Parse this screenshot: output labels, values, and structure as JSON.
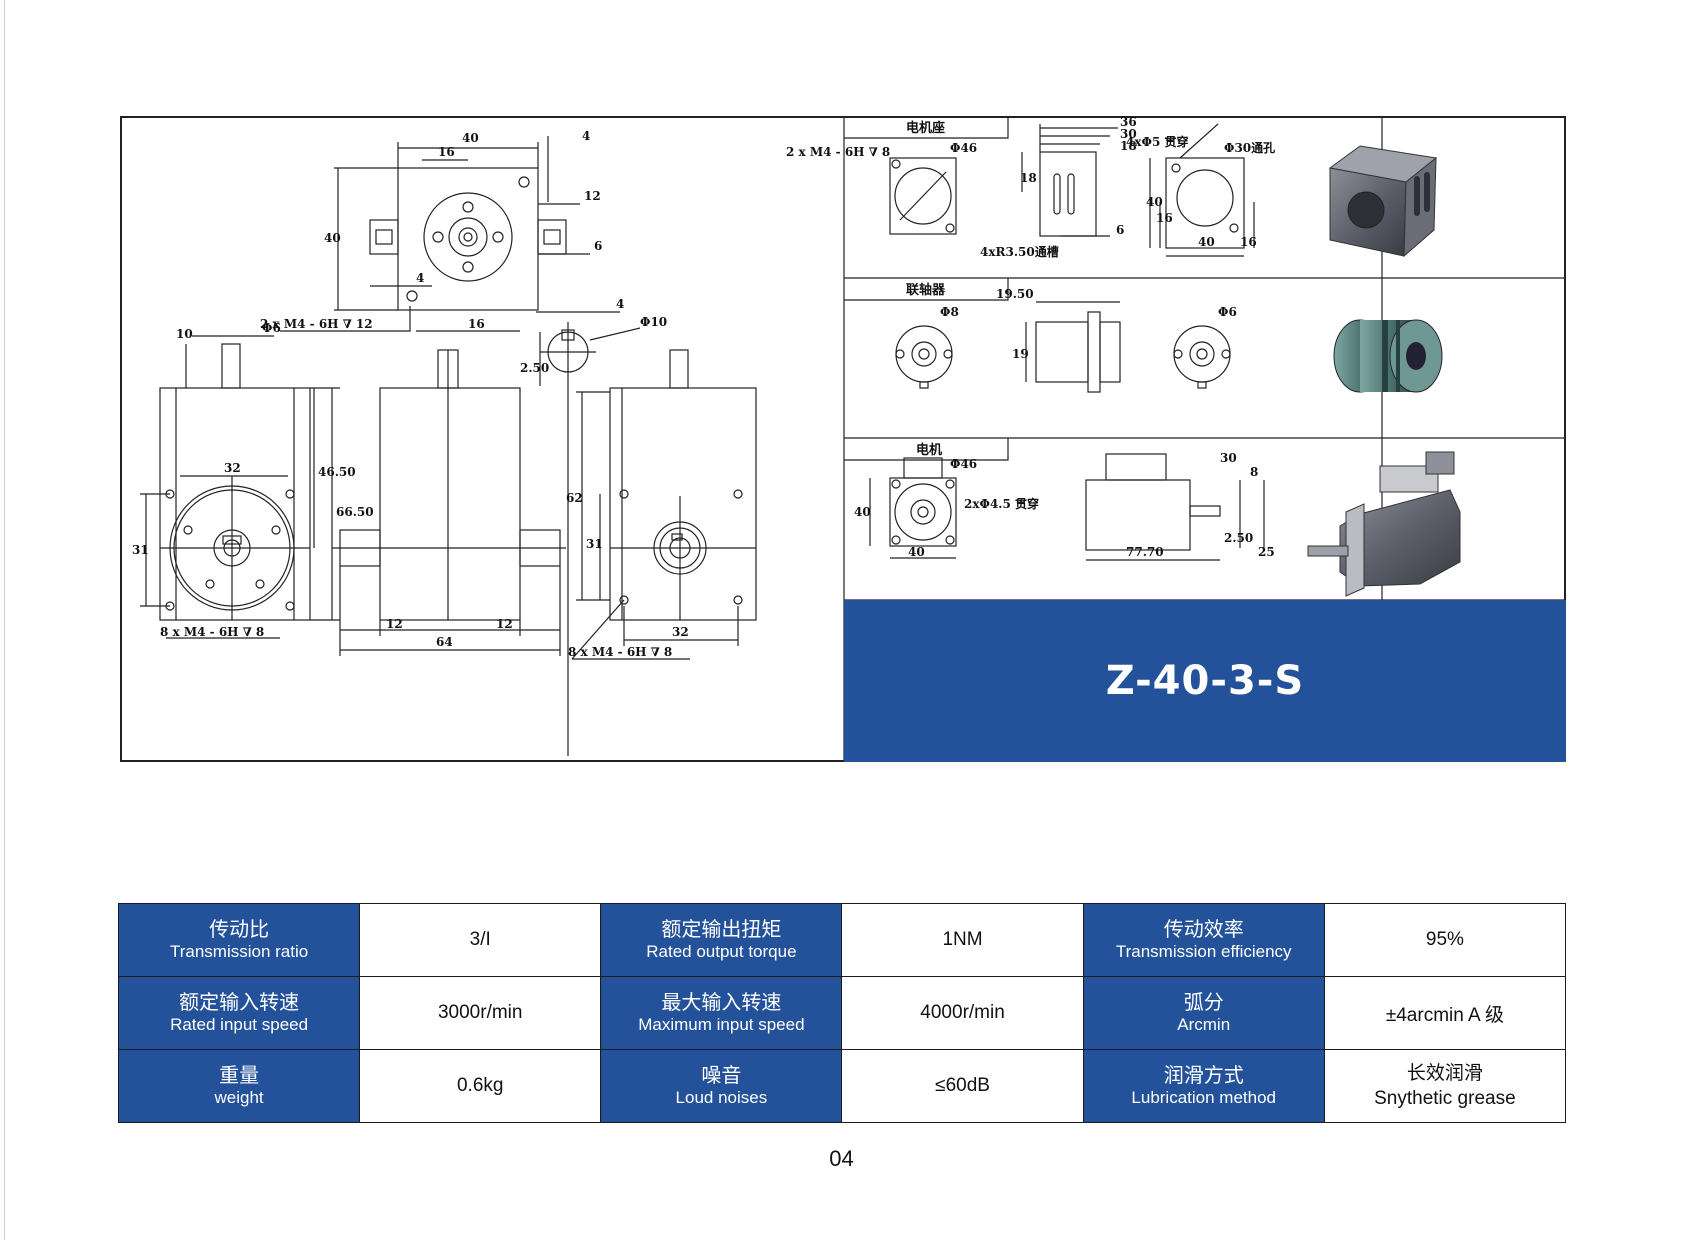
{
  "model": "Z-40-3-S",
  "page_number": "04",
  "sections": {
    "motor_seat": "电机座",
    "coupling": "联轴器",
    "motor": "电机"
  },
  "drawing": {
    "top_view": {
      "width": "40",
      "half": "16",
      "height": "40",
      "corner": "4",
      "shaft_len": "12",
      "key": "6",
      "hole_offset": "4",
      "hole_pitch": "16",
      "holes": "2 x  M4 - 6H ∇ 12"
    },
    "shaft_detail": {
      "d": "Φ10",
      "key": "4",
      "depth": "2.50"
    },
    "front_view": {
      "shaft_len": "10",
      "shaft_d": "Φ6",
      "pitch": "32",
      "vpitch": "31",
      "h1": "46.50",
      "h2": "66.50",
      "holes": "8 x  M4 - 6H ∇ 8"
    },
    "side_view": {
      "shaft_l": "12",
      "shaft_r": "12",
      "length": "64"
    },
    "right_view": {
      "height": "62",
      "vpitch": "31",
      "pitch": "32",
      "holes": "8 x  M4 - 6H ∇ 8"
    },
    "motor_seat": {
      "holes": "2 x  M4 - 6H ∇ 8",
      "d46": "Φ46",
      "d36": "36",
      "d30": "30",
      "d18": "18",
      "h18": "18",
      "slot": "4xR3.50通槽",
      "w6": "6",
      "thru": "4xΦ5 贯穿",
      "bore": "Φ30通孔",
      "h40": "40",
      "h16": "16",
      "w40": "40",
      "b16": "16"
    },
    "coupling": {
      "d8": "Φ8",
      "len": "19.50",
      "dia": "19",
      "d6": "Φ6"
    },
    "motor": {
      "d46": "Φ46",
      "h40": "40",
      "w40": "40",
      "holes": "2xΦ4.5 贯穿",
      "len": "77.70",
      "d30": "30",
      "d8": "8",
      "k": "2.50",
      "s": "25"
    }
  },
  "specs": [
    [
      {
        "zh": "传动比",
        "en": "Transmission ratio",
        "value": "3/I"
      },
      {
        "zh": "额定输出扭矩",
        "en": "Rated output torque",
        "value": "1NM"
      },
      {
        "zh": "传动效率",
        "en": "Transmission efficiency",
        "value": "95%"
      }
    ],
    [
      {
        "zh": "额定输入转速",
        "en": "Rated input speed",
        "value": "3000r/min"
      },
      {
        "zh": "最大输入转速",
        "en": "Maximum input speed",
        "value": "4000r/min"
      },
      {
        "zh": "弧分",
        "en": "Arcmin",
        "value": "±4arcmin A 级"
      }
    ],
    [
      {
        "zh": "重量",
        "en": "weight",
        "value": "0.6kg"
      },
      {
        "zh": "噪音",
        "en": "Loud noises",
        "value": "≤60dB"
      },
      {
        "zh": "润滑方式",
        "en": "Lubrication method",
        "value": "长效润滑",
        "value2": "Snythetic grease"
      }
    ]
  ]
}
